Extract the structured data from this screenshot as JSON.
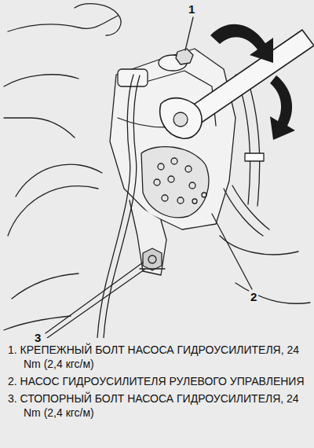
{
  "diagram": {
    "labels": [
      "1",
      "2",
      "3",
      "1. КРЕПЕЖНЫЙ БОЛТ НАСОСА ГИДРОУСИЛИТЕЛЯ, 24 Nm (2,4 кгс/м)",
      "2. НАСОС ГИДРОУСИЛИТЕЛЯ РУЛЕВОГО УПРАВЛЕНИЯ",
      "3. СТОПОРНЫЙ БОЛТ НАСОСА ГИДРОУСИЛИТЕЛЯ, 24 Nm (2,4 кгс/м)"
    ]
  }
}
